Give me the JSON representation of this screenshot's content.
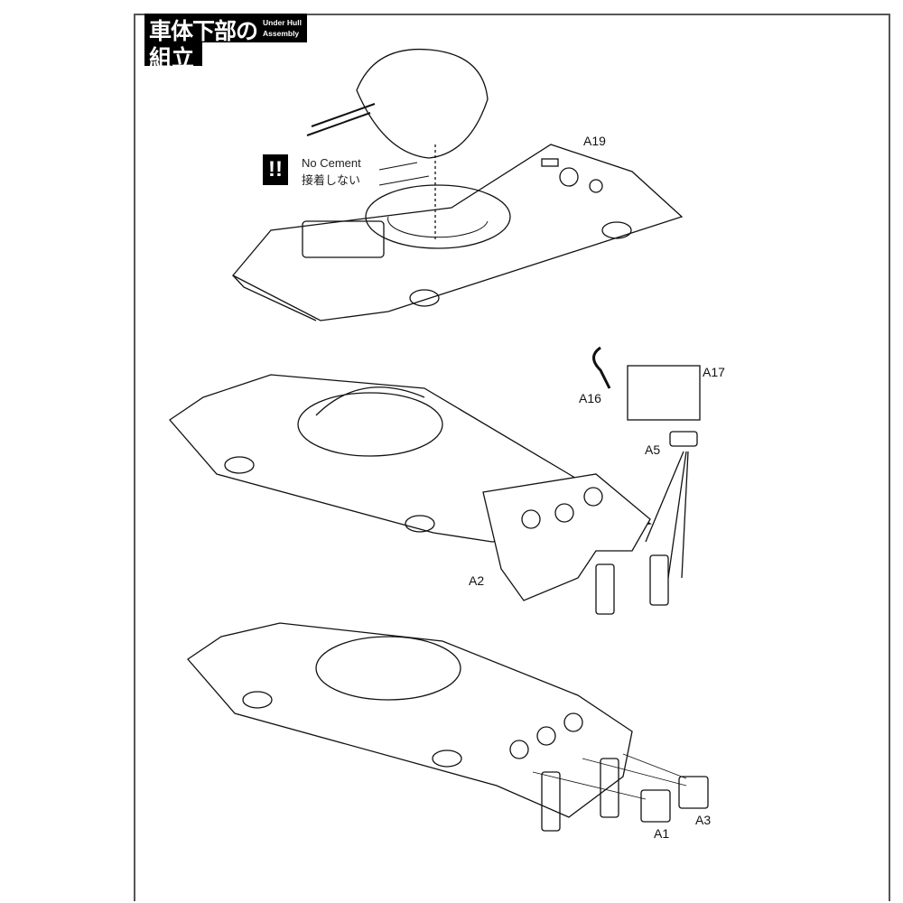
{
  "header": {
    "title_jp_line1": "車体下部の",
    "title_jp_line2": "組立",
    "title_en_line1": "Under Hull",
    "title_en_line2": "Assembly"
  },
  "warning": {
    "icon": "!!",
    "line1": "No Cement",
    "line2": "接着しない"
  },
  "parts": {
    "a19": "A19",
    "a17": "A17",
    "a16": "A16",
    "a5": "A5",
    "a2": "A2",
    "a1": "A1",
    "a3": "A3"
  }
}
